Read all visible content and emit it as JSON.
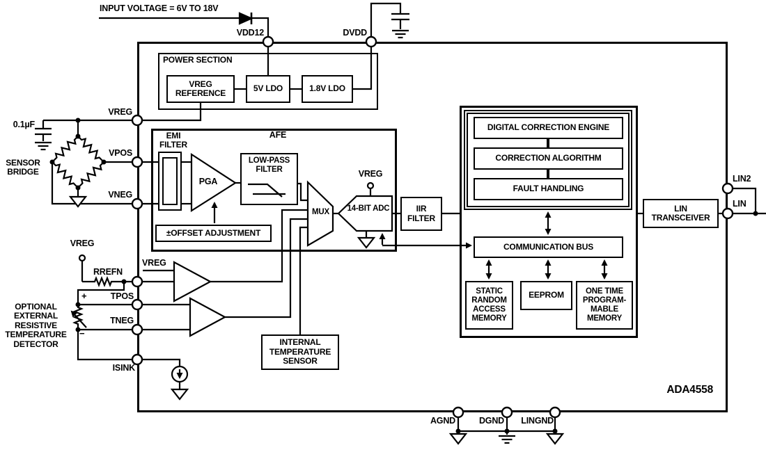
{
  "chip": {
    "part_number": "ADA4558"
  },
  "annotations": {
    "input_voltage": "INPUT VOLTAGE = 6V TO 18V",
    "bypass_cap": "0.1µF",
    "sensor_bridge": "SENSOR BRIDGE",
    "rtd": "OPTIONAL EXTERNAL RESISTIVE TEMPERATURE DETECTOR",
    "rtd_plus": "+",
    "rtd_minus": "−",
    "ext_vreg": "VREG",
    "ext_rrefn": "RREFN"
  },
  "pins": {
    "vdd12": "VDD12",
    "dvdd": "DVDD",
    "vreg": "VREG",
    "vpos": "VPOS",
    "vneg": "VNEG",
    "tpos": "TPOS",
    "tneg": "TNEG",
    "isink": "ISINK",
    "lin2": "LIN2",
    "lin": "LIN",
    "agnd": "AGND",
    "dgnd": "DGND",
    "lingnd": "LINGND"
  },
  "power_section": {
    "title": "POWER SECTION",
    "vreg_reference": "VREG REFERENCE",
    "ldo_5v": "5V LDO",
    "ldo_1v8": "1.8V LDO"
  },
  "afe": {
    "title": "AFE",
    "emi_filter": "EMI FILTER",
    "pga": "PGA",
    "low_pass_filter": "LOW-PASS FILTER",
    "offset_adjustment": "±OFFSET ADJUSTMENT",
    "mux": "MUX",
    "adc": "14-BIT ADC",
    "adc_ref": "VREG",
    "buffer_ref": "VREG"
  },
  "blocks": {
    "iir_filter": "IIR FILTER",
    "digital_correction_engine": "DIGITAL CORRECTION ENGINE",
    "correction_algorithm": "CORRECTION ALGORITHM",
    "fault_handling": "FAULT HANDLING",
    "communication_bus": "COMMUNICATION BUS",
    "sram": "STATIC RANDOM ACCESS MEMORY",
    "eeprom": "EEPROM",
    "otp": "ONE TIME PROGRAM- MABLE MEMORY",
    "lin_transceiver": "LIN TRANSCEIVER",
    "internal_temp_sensor": "INTERNAL TEMPERATURE SENSOR"
  }
}
